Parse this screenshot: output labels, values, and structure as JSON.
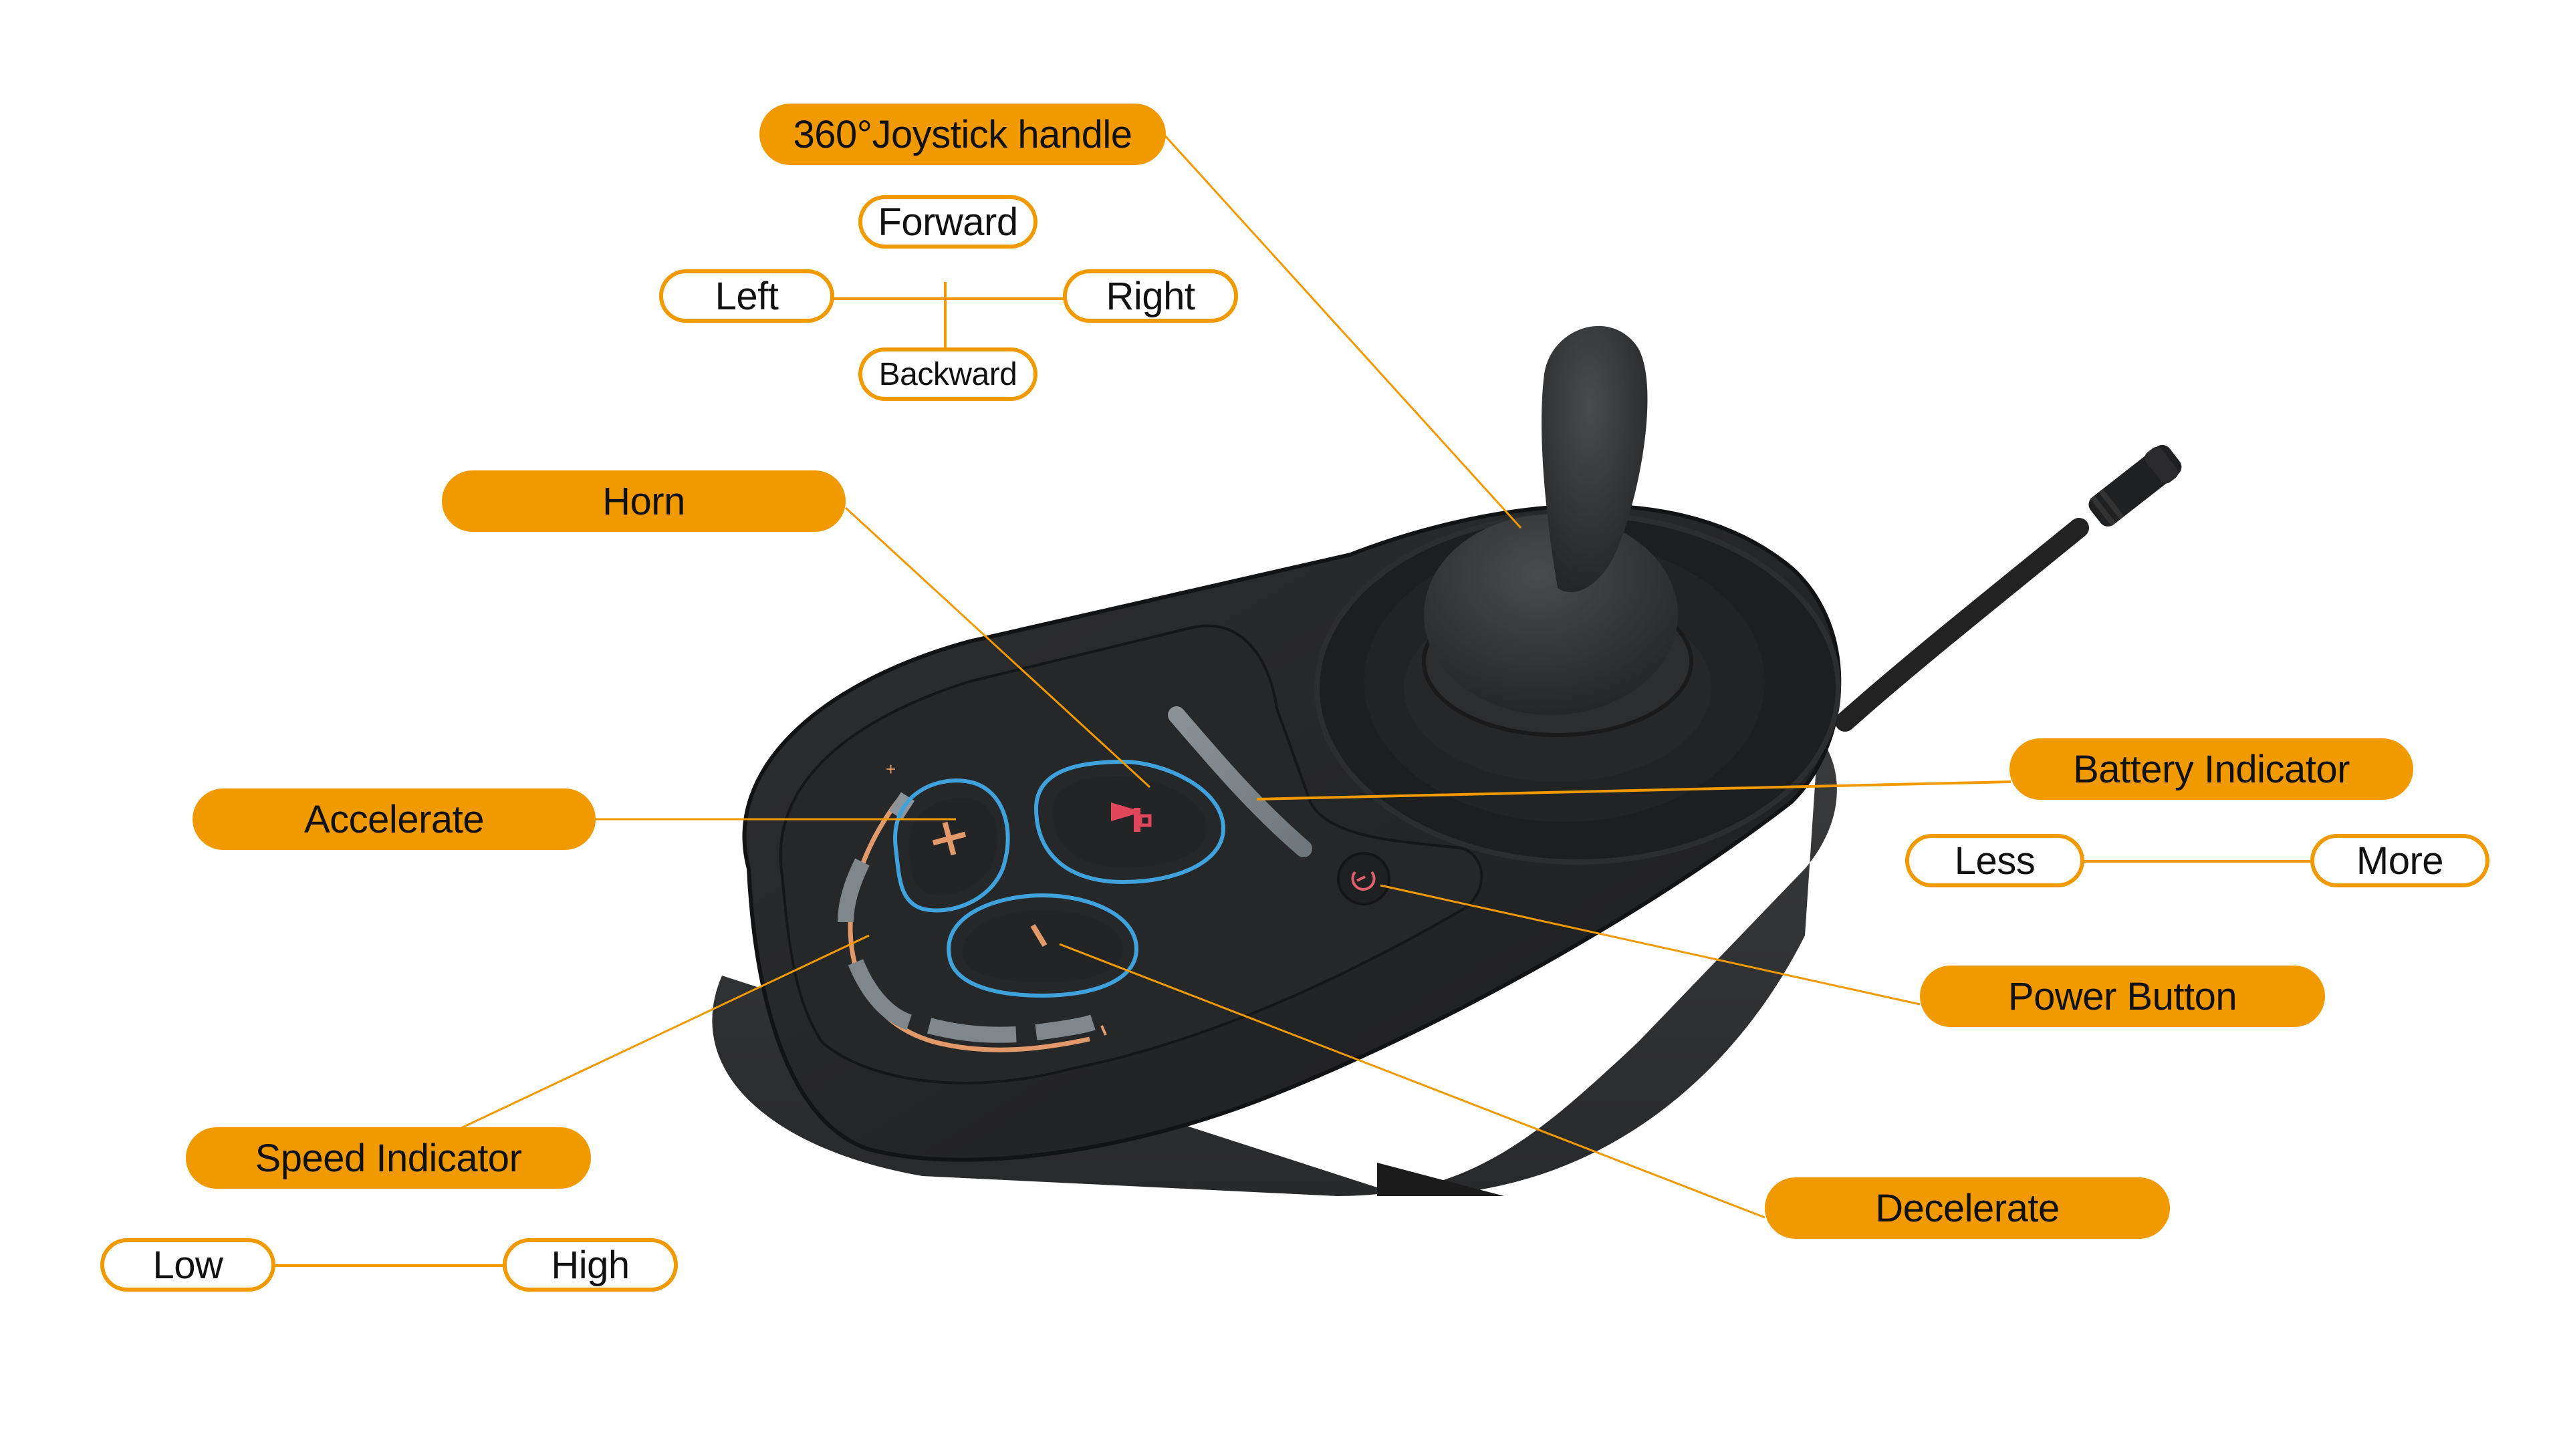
{
  "diagram": {
    "subject": "Wheelchair joystick controller",
    "accent_color": "#F09A00",
    "device_color": "#2a2b2d",
    "labels": {
      "joystick": "360°Joystick handle",
      "horn": "Horn",
      "accelerate": "Accelerate",
      "speed_indicator": "Speed Indicator",
      "battery_indicator": "Battery Indicator",
      "power_button": "Power Button",
      "decelerate": "Decelerate"
    },
    "directions": {
      "forward": "Forward",
      "backward": "Backward",
      "left": "Left",
      "right": "Right"
    },
    "battery_scale": {
      "min": "Less",
      "max": "More"
    },
    "speed_scale": {
      "min": "Low",
      "max": "High"
    },
    "device_markings": {
      "accelerate_symbol": "+",
      "decelerate_symbol": "−",
      "speed_plus": "+",
      "speed_minus": "-",
      "horn_icon": "horn-icon",
      "power_icon": "power-icon"
    }
  }
}
